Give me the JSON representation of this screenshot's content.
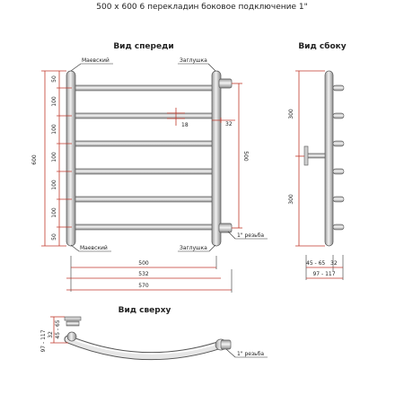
{
  "title": "500 x 600 6 перекладин боковое подключение 1\"",
  "views": {
    "front": "Вид спереди",
    "side": "Вид сбоку",
    "top": "Вид сверху"
  },
  "labels": {
    "mayevsky_top": "Маевский",
    "plug_top": "Заглушка",
    "mayevsky_bottom": "Маевский",
    "plug_bottom": "Заглушка",
    "thread_front": "1\" резьба",
    "thread_top": "1\" резьба"
  },
  "dims": {
    "height_total": "600",
    "spacing_50_top": "50",
    "spacing_100_1": "100",
    "spacing_100_2": "100",
    "spacing_100_3": "100",
    "spacing_100_4": "100",
    "spacing_100_5": "100",
    "spacing_50_bottom": "50",
    "rung_18": "18",
    "rung_32": "32",
    "connection_500": "500",
    "width_500": "500",
    "width_532": "532",
    "width_570": "570",
    "side_300_top": "300",
    "side_300_bottom": "300",
    "side_45_65": "45 - 65",
    "side_32": "32",
    "side_97_117": "97 - 117",
    "top_97_117": "97 - 117",
    "top_32": "32",
    "top_45_65": "45 - 65"
  },
  "colors": {
    "pipe": "#d9d9d9",
    "pipe_stroke": "#666666",
    "dim_line": "#c0392b"
  }
}
